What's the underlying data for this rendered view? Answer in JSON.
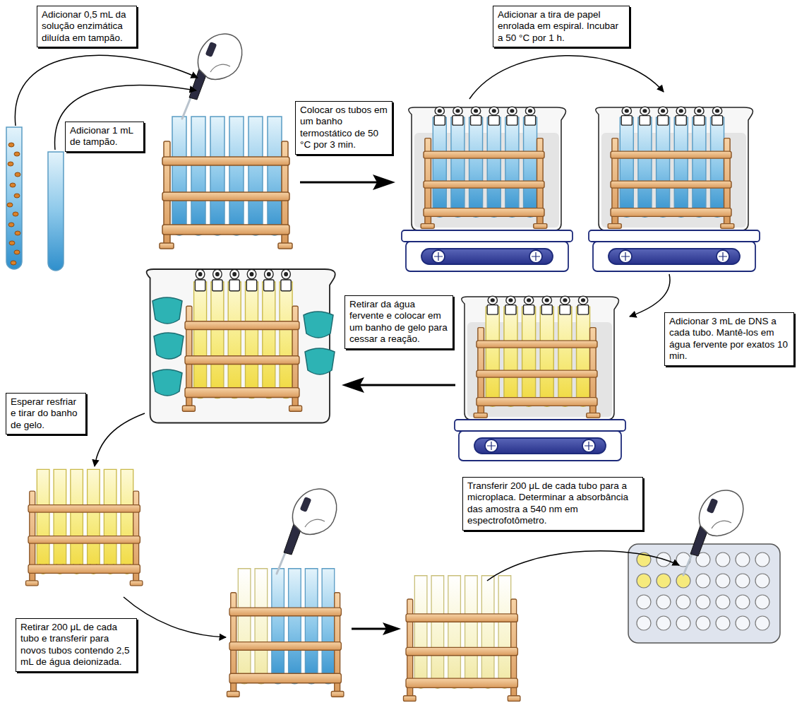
{
  "diagram": {
    "nodes": [
      {
        "text": [
          "Adicionar 0,5 mL da solução enzimática diluída em tampão."
        ]
      },
      {
        "text": [
          "Adicionar 1 mL de tampão."
        ]
      },
      {
        "text": [
          "Colocar os tubos em um banho termostático de 50 °C por 3 min."
        ]
      },
      {
        "text": [
          "Adicionar a tira de papel enrolada em espiral. Incubar a 50 °C por 1 h."
        ]
      },
      {
        "text": [
          "Retirar da água fervente e colocar em um banho de gelo para cessar a reação."
        ]
      },
      {
        "text": [
          "Adicionar 3 mL de DNS a cada tubo. Mantê-los em água fervente por exatos 10 min."
        ]
      },
      {
        "text": [
          "Esperar resfriar e tirar do banho de gelo."
        ]
      },
      {
        "text": [
          "Transferir 200 μL de cada tubo para a microplaca. Determinar a absorbância das amostra a 540 nm em espectrofotômetro."
        ]
      },
      {
        "text": [
          "Retirar 200 μL de cada tubo e transferir para novos tubos contendo 2,5 mL de água deionizada."
        ]
      }
    ]
  }
}
